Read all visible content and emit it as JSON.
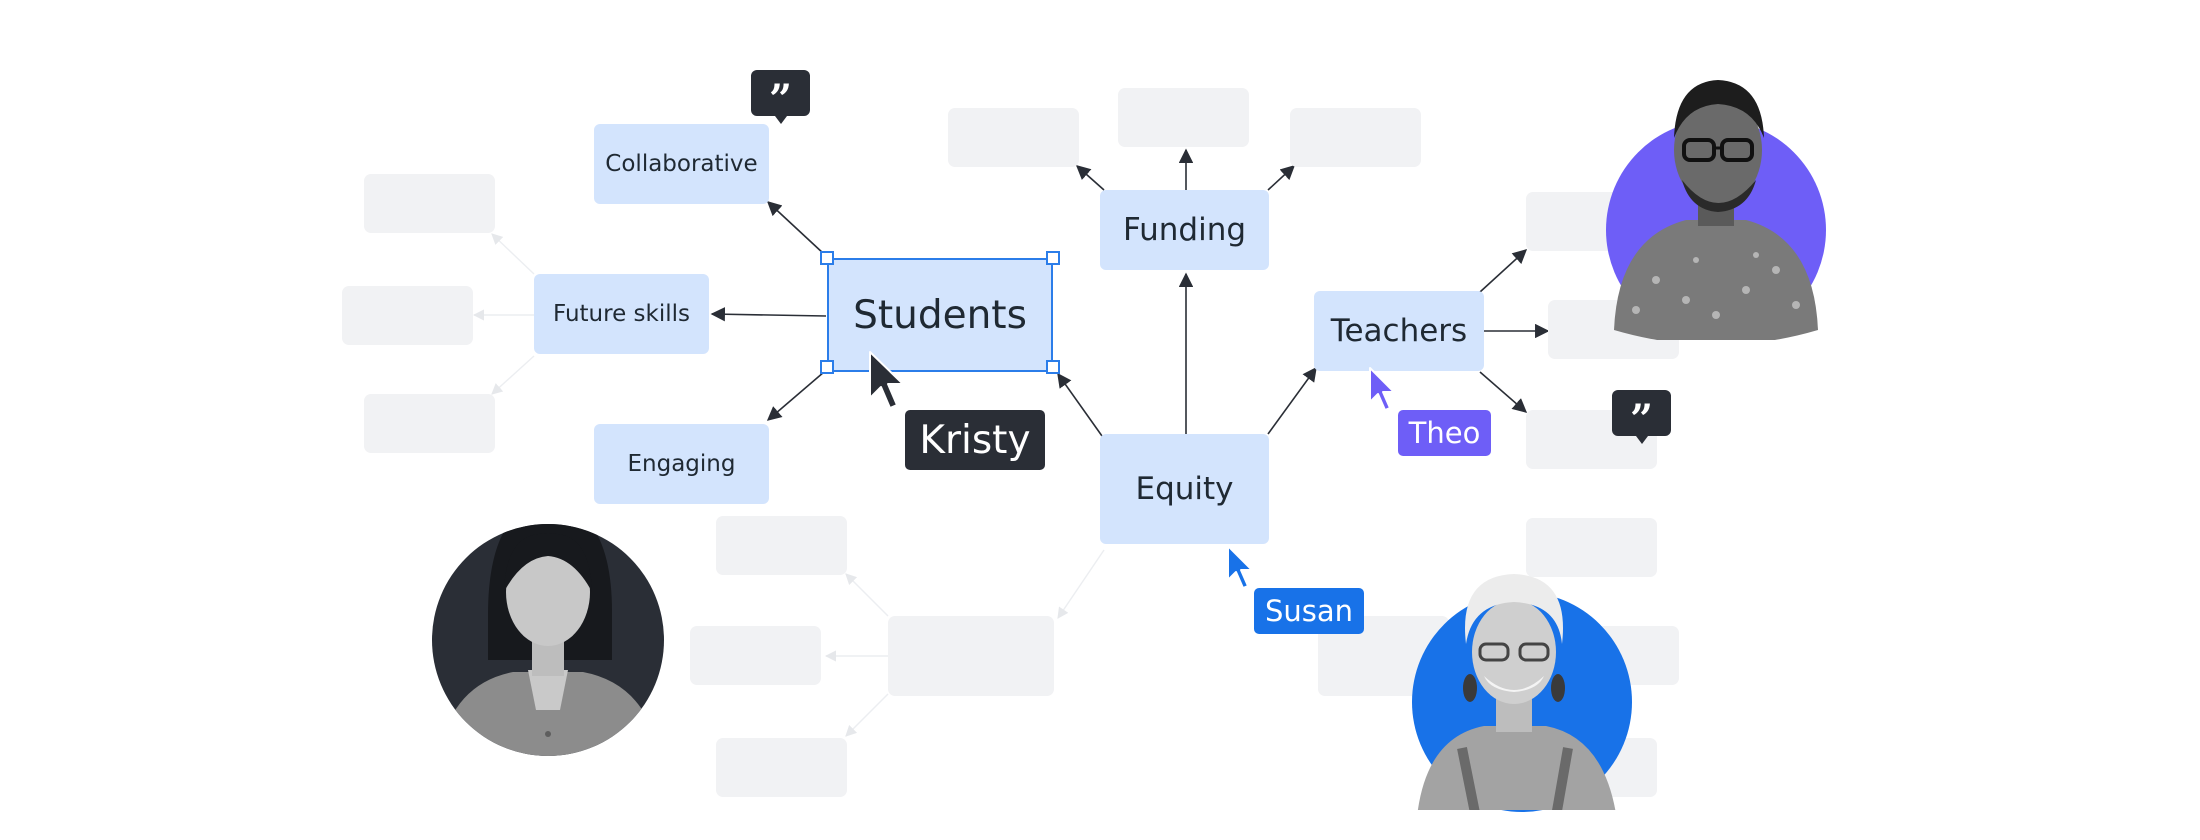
{
  "nodes": {
    "students": "Students",
    "collaborative": "Collaborative",
    "future_skills": "Future skills",
    "engaging": "Engaging",
    "funding": "Funding",
    "teachers": "Teachers",
    "equity": "Equity"
  },
  "collaborators": [
    {
      "name": "Kristy",
      "color": "#2a2e36"
    },
    {
      "name": "Theo",
      "color": "#6e5ef7"
    },
    {
      "name": "Susan",
      "color": "#1872e8"
    }
  ],
  "comment_icon": "quote-comment-icon",
  "colors": {
    "node_fill": "#d3e4fd",
    "placeholder_fill": "#f1f2f4",
    "selection": "#2b7de9",
    "kristy_avatar_bg": "#2a2e36",
    "theo_avatar_bg": "#6e5ef7",
    "susan_avatar_bg": "#1872e8"
  }
}
